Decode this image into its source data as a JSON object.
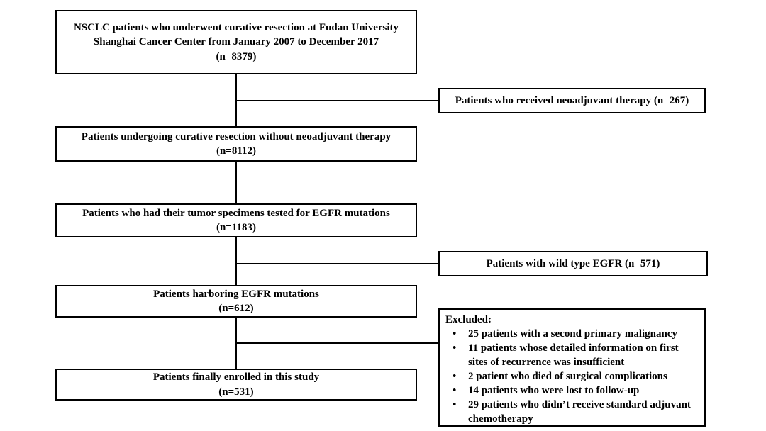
{
  "diagram": {
    "main_boxes": [
      {
        "label": "NSCLC patients who underwent curative resection at Fudan University Shanghai Cancer Center from January 2007 to December 2017",
        "count": "(n=8379)"
      },
      {
        "label": "Patients undergoing curative resection without neoadjuvant therapy",
        "count": "(n=8112)"
      },
      {
        "label": "Patients who had their tumor specimens tested for EGFR mutations",
        "count": "(n=1183)"
      },
      {
        "label": "Patients harboring EGFR mutations",
        "count": "(n=612)"
      },
      {
        "label": "Patients finally enrolled in this study",
        "count": "(n=531)"
      }
    ],
    "side_boxes": [
      {
        "label": "Patients who received neoadjuvant therapy (n=267)"
      },
      {
        "label": "Patients with wild type EGFR (n=571)"
      }
    ],
    "excluded": {
      "title": "Excluded:",
      "items": [
        "25 patients with a second primary malignancy",
        "11 patients whose detailed information on first sites of recurrence was insufficient",
        "2 patient who died of surgical complications",
        "14 patients who were lost to follow-up",
        "29 patients who didn’t receive standard adjuvant chemotherapy"
      ]
    },
    "colors": {
      "border": "#000000",
      "background": "#ffffff",
      "text": "#000000"
    }
  }
}
